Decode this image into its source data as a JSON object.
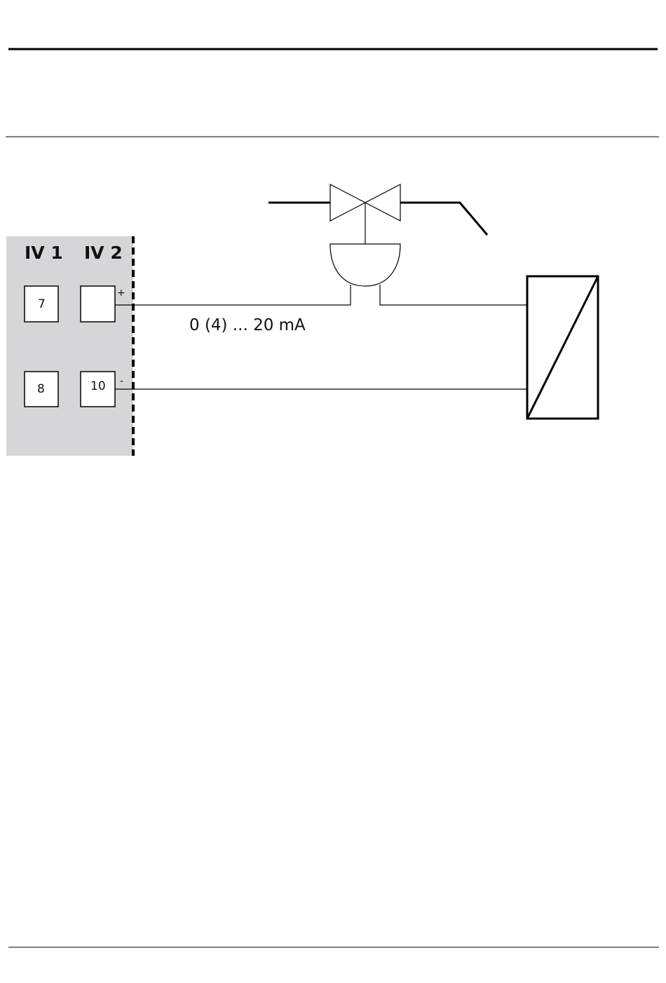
{
  "terminal_block": {
    "col1_label": "IV 1",
    "col2_label": "IV 2",
    "terminals": {
      "iv1_top": "7",
      "iv2_top": "",
      "iv1_bottom": "8",
      "iv2_bottom": "10"
    },
    "plus_sign": "+",
    "minus_sign": "-",
    "fill_color": "#d6d6d8"
  },
  "signal_label": "0 (4) ... 20 mA",
  "components": {
    "valve": "valve-icon",
    "actuator": "actuator-icon",
    "converter": "converter-icon"
  }
}
